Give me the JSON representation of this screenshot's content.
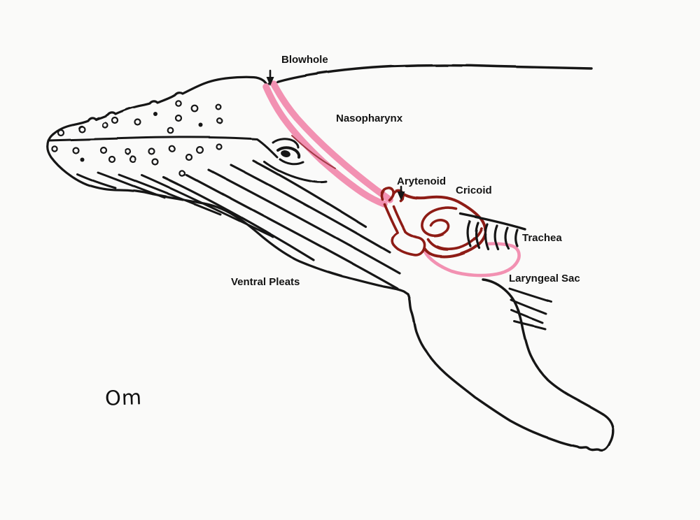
{
  "labels": {
    "blowhole": "Blowhole",
    "nasopharynx": "Nasopharynx",
    "arytenoid": "Arytenoid",
    "cricoid": "Cricoid",
    "trachea": "Trachea",
    "laryngeal_sac": "Laryngeal Sac",
    "ventral_pleats": "Ventral Pleats"
  },
  "signature": "Om",
  "colors": {
    "ink": "#161616",
    "airway_pink": "#f291b2",
    "larynx_red": "#8e1f14",
    "accent_red": "#a23a46",
    "paper": "#fafaf9"
  }
}
